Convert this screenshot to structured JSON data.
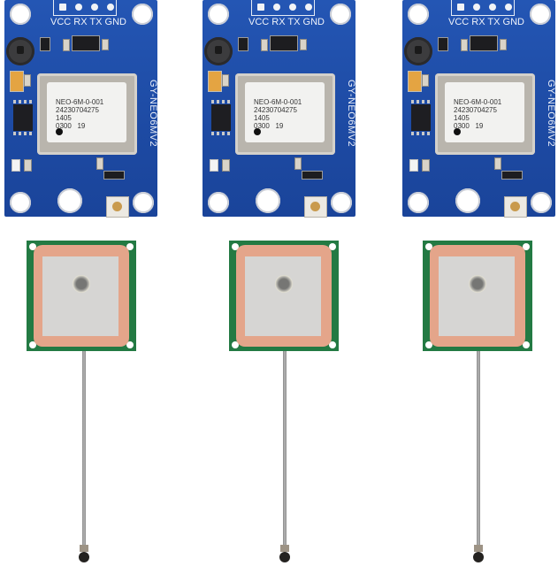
{
  "scene": {
    "description": "Product photo of three GPS receiver modules with ceramic patch antennas",
    "background_color": "#ffffff"
  },
  "modules": [
    {
      "board_label": "GY-NEO6MV2",
      "pin_labels": "VCC RX TX GND",
      "chip": {
        "line1": "NEO-6M-0-001",
        "line2": "24230704275",
        "line3": "1405",
        "line4": "0300   19"
      },
      "board_color": "#1f4fa8"
    },
    {
      "board_label": "GY-NEO6MV2",
      "pin_labels": "VCC RX TX GND",
      "chip": {
        "line1": "NEO-6M-0-001",
        "line2": "24230704275",
        "line3": "1405",
        "line4": "0300   19"
      },
      "board_color": "#1f4fa8"
    },
    {
      "board_label": "GY-NEO6MV2",
      "pin_labels": "VCC RX TX GND",
      "chip": {
        "line1": "NEO-6M-0-001",
        "line2": "24230704275",
        "line3": "1405",
        "line4": "0300   19"
      },
      "board_color": "#1f4fa8"
    }
  ],
  "antennas": [
    {
      "type": "ceramic-patch-antenna",
      "pcb_color": "#237a43",
      "ceramic_color": "#e4a58a",
      "connector": "u.fl"
    },
    {
      "type": "ceramic-patch-antenna",
      "pcb_color": "#237a43",
      "ceramic_color": "#e4a58a",
      "connector": "u.fl"
    },
    {
      "type": "ceramic-patch-antenna",
      "pcb_color": "#237a43",
      "ceramic_color": "#e4a58a",
      "connector": "u.fl"
    }
  ]
}
